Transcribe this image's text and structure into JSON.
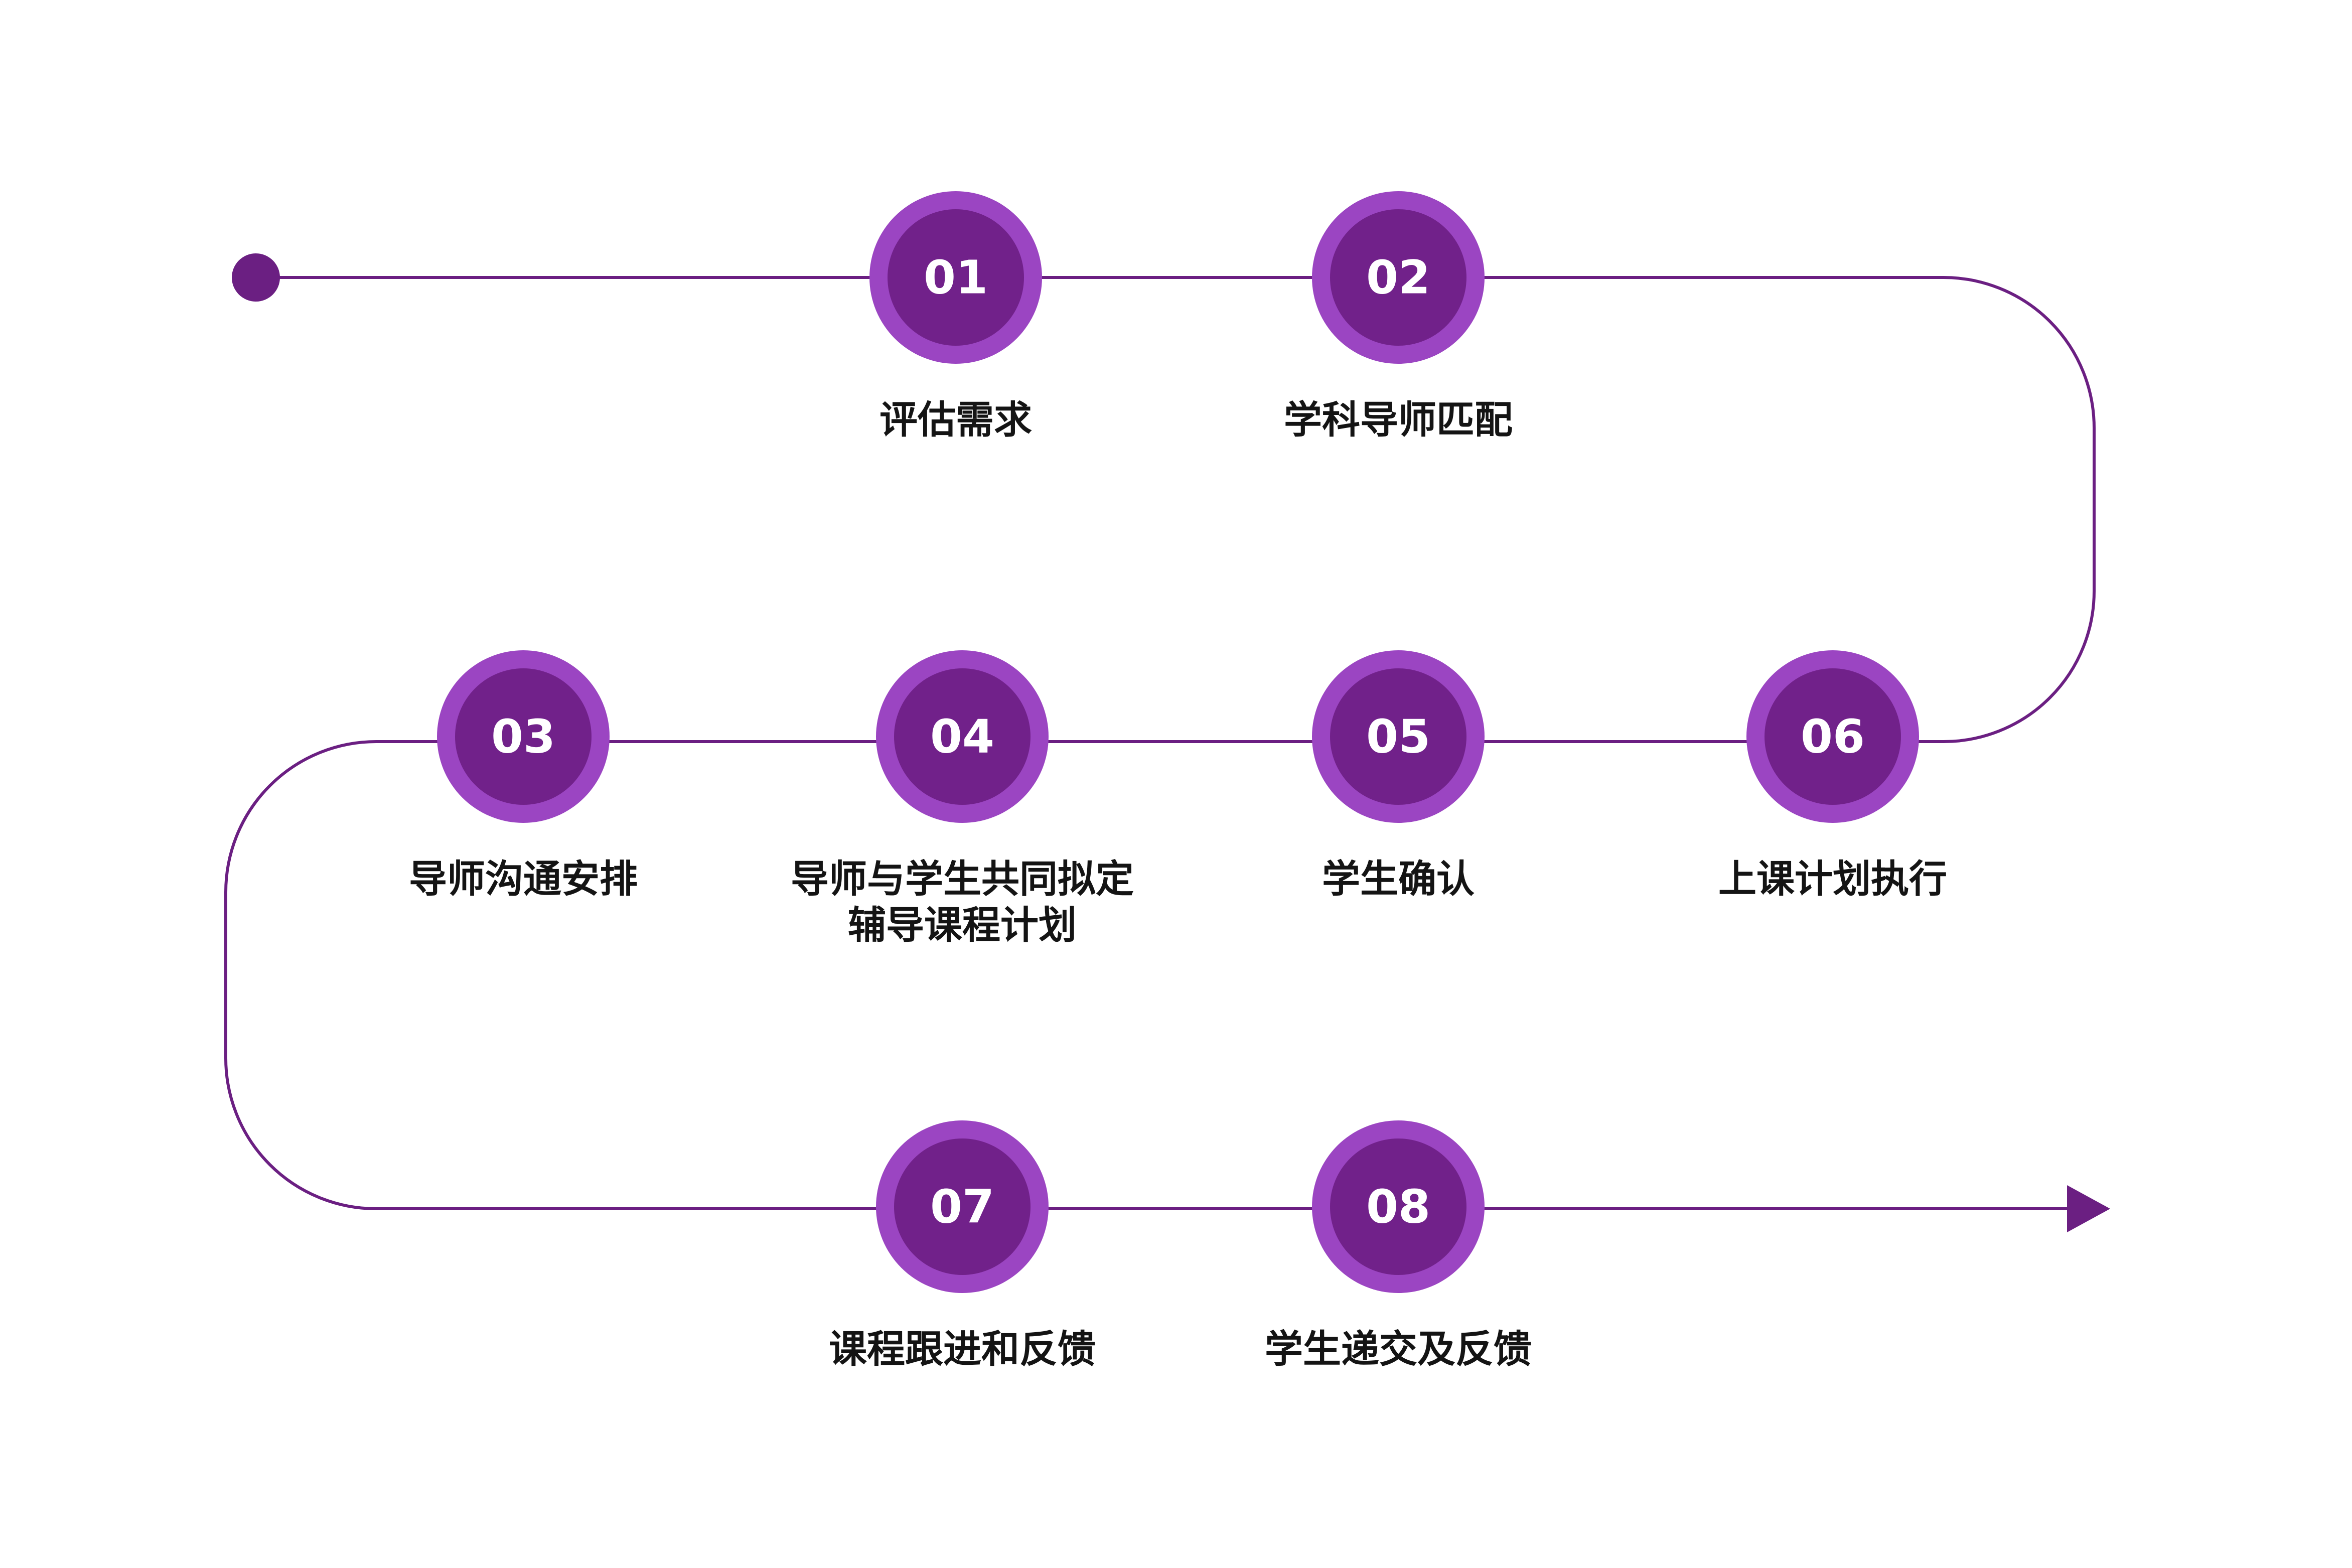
{
  "colors": {
    "line": "#6b1f82",
    "circle_outer": "#9b45c2",
    "circle_inner": "#71218a",
    "number_text": "#ffffff",
    "label_text": "#141414",
    "background": "#ffffff"
  },
  "start_marker": "start-dot",
  "end_marker": "arrowhead",
  "steps": [
    {
      "number": "01",
      "label_lines": [
        "评估需求"
      ]
    },
    {
      "number": "02",
      "label_lines": [
        "学科导师匹配"
      ]
    },
    {
      "number": "03",
      "label_lines": [
        "导师沟通安排"
      ]
    },
    {
      "number": "04",
      "label_lines": [
        "导师与学生共同拟定",
        "辅导课程计划"
      ]
    },
    {
      "number": "05",
      "label_lines": [
        "学生确认"
      ]
    },
    {
      "number": "06",
      "label_lines": [
        "上课计划执行"
      ]
    },
    {
      "number": "07",
      "label_lines": [
        "课程跟进和反馈"
      ]
    },
    {
      "number": "08",
      "label_lines": [
        "学生递交及反馈"
      ]
    }
  ]
}
